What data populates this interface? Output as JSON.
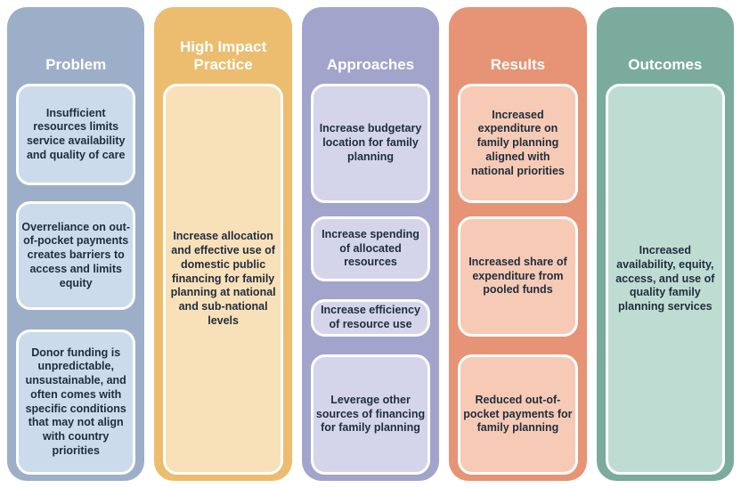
{
  "figure": {
    "colors": {
      "background": "#ffffff",
      "header_text": "#ffffff",
      "body_text": "#1f2d3d",
      "box_border": "#ffffff"
    },
    "columns": [
      {
        "header": "Problem",
        "colors": {
          "outer": "#9dafc8",
          "inner": "#cbdbeb"
        },
        "boxes": [
          "Insufficient resources limits service availability and quality of care",
          "Overreliance on out-of-pocket payments creates barriers to access and limits equity",
          "Donor funding is unpredictable, unsustainable, and often comes with specific conditions that may not align with country priorities"
        ]
      },
      {
        "header": "High Impact Practice",
        "colors": {
          "outer": "#ecbd6f",
          "inner": "#f8e0b8"
        },
        "boxes": [
          "Increase allocation and effective use of domestic public financing for family planning at national and sub-national levels"
        ]
      },
      {
        "header": "Approaches",
        "colors": {
          "outer": "#a2a4cb",
          "inner": "#d4d5ea"
        },
        "boxes": [
          "Increase budgetary location for family planning",
          "Increase spending of allocated resources",
          "Increase efficiency of resource use",
          "Leverage other sources of financing for family planning"
        ]
      },
      {
        "header": "Results",
        "colors": {
          "outer": "#e79376",
          "inner": "#f6cab5"
        },
        "boxes": [
          "Increased expenditure on family planning aligned with national priorities",
          "Increased share of expenditure from pooled funds",
          "Reduced out-of-pocket payments for family planning"
        ]
      },
      {
        "header": "Outcomes",
        "colors": {
          "outer": "#7aab9d",
          "inner": "#bfdcd3"
        },
        "boxes": [
          "Increased availability, equity, access, and use of quality family planning services"
        ]
      }
    ]
  }
}
